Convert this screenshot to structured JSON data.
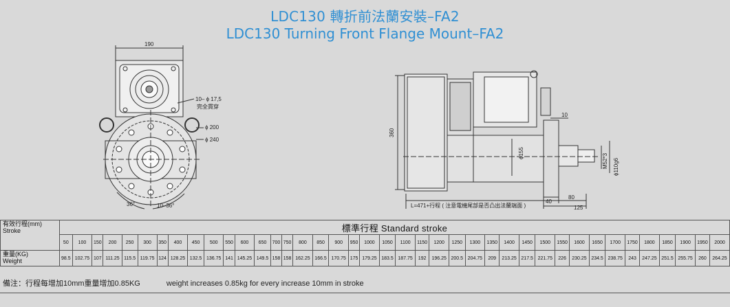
{
  "title": {
    "line1": "LDC130 轉折前法蘭安裝–FA2",
    "line2": "LDC130 Turning Front Flange Mount–FA2"
  },
  "drawing": {
    "front_view": {
      "width_label": "190",
      "hole_label_1": "10– ϕ 17,5",
      "hole_label_2": "完全貫穿",
      "phi200": "ϕ 200",
      "phi240": "ϕ 240",
      "angle36": "36°",
      "angle10_36": "10–36°"
    },
    "side_view": {
      "height_label": "360",
      "phi155": "ϕ155",
      "phi110": "ϕ110g6",
      "thread": "M52*3",
      "dim10": "10",
      "dim40": "40",
      "dim80": "80",
      "dim125": "125",
      "length_note": "L=471+行程 ( 注意電機尾部是否凸出法蘭端面 )"
    }
  },
  "table": {
    "header": "標準行程   Standard stroke",
    "stroke_label_cn": "有效行程(mm)",
    "stroke_label_en": "Stroke",
    "weight_label_cn": "重量(KG)",
    "weight_label_en": "Weight",
    "strokes": [
      "50",
      "100",
      "150",
      "200",
      "250",
      "300",
      "350",
      "400",
      "450",
      "500",
      "550",
      "600",
      "650",
      "700",
      "750",
      "800",
      "850",
      "900",
      "950",
      "1000",
      "1050",
      "1100",
      "1150",
      "1200",
      "1250",
      "1300",
      "1350",
      "1400",
      "1450",
      "1500",
      "1550",
      "1600",
      "1650",
      "1700",
      "1750",
      "1800",
      "1850",
      "1900",
      "1950",
      "2000"
    ],
    "weights": [
      "98.5",
      "102.75",
      "107",
      "111.25",
      "115.5",
      "119.75",
      "124",
      "128.25",
      "132.5",
      "136.75",
      "141",
      "145.25",
      "149.5",
      "158",
      "158",
      "162.25",
      "166.5",
      "170.75",
      "175",
      "179.25",
      "183.5",
      "187.75",
      "192",
      "196.25",
      "200.5",
      "204.75",
      "209",
      "213.25",
      "217.5",
      "221.75",
      "226",
      "230.25",
      "234.5",
      "238.75",
      "243",
      "247.25",
      "251.5",
      "255.75",
      "260",
      "264.25"
    ]
  },
  "note": {
    "cn": "備注：行程每增加10mm重量增加0.85KG",
    "en": "weight increases 0.85kg for every increase 10mm in stroke"
  }
}
